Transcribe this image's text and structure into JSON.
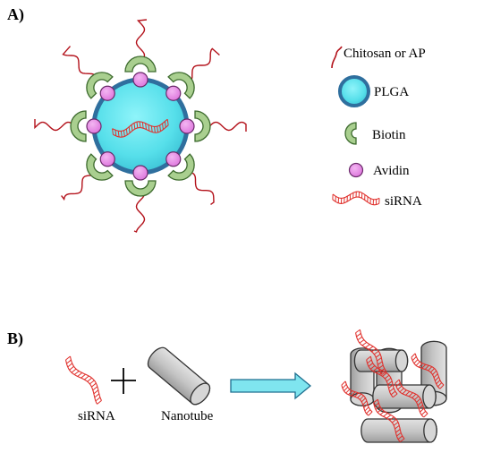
{
  "panels": {
    "a": {
      "label": "A)"
    },
    "b": {
      "label": "B)"
    }
  },
  "legend": {
    "items": [
      {
        "key": "chitosan",
        "label": "Chitosan or AP"
      },
      {
        "key": "plga",
        "label": "PLGA"
      },
      {
        "key": "biotin",
        "label": "Biotin"
      },
      {
        "key": "avidin",
        "label": "Avidin"
      },
      {
        "key": "sirna",
        "label": "siRNA"
      }
    ]
  },
  "panel_b": {
    "sirna_label": "siRNA",
    "nanotube_label": "Nanotube"
  },
  "colors": {
    "plga_fill": "#5ee3ee",
    "plga_stroke": "#2f6f9e",
    "biotin_fill": "#a9cf8f",
    "biotin_stroke": "#3d6b2e",
    "avidin_fill": "#e98ee8",
    "avidin_stroke": "#6a2a6a",
    "chain": "#b3111a",
    "sirna": "#e0302c",
    "tube_fill": "#c8c8c8",
    "tube_stroke": "#333333",
    "arrow_fill": "#7fe5ef",
    "arrow_stroke": "#1f6f8f"
  }
}
